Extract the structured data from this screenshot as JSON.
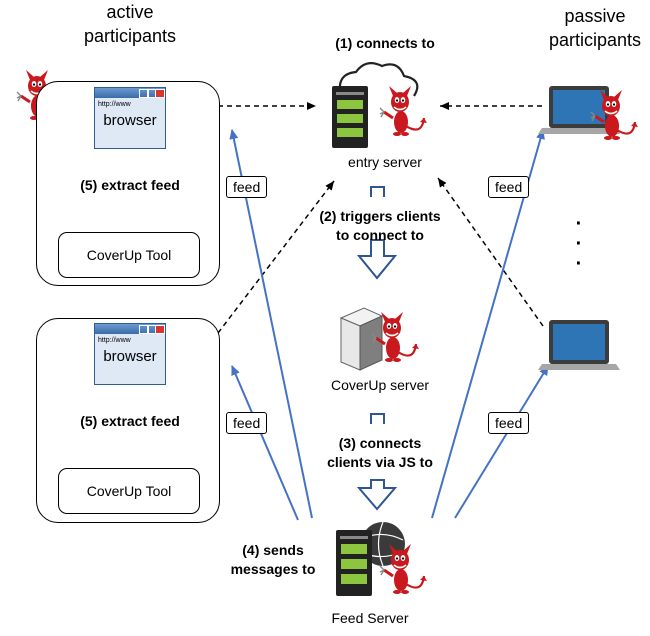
{
  "headers": {
    "active": "active\nparticipants",
    "passive": "passive\nparticipants"
  },
  "steps": {
    "step1": "(1) connects to",
    "step2": "(2) triggers clients\nto connect to",
    "step3": "(3) connects\nclients via JS to",
    "step4": "(4) sends\nmessages to",
    "step5a": "(5) extract feed",
    "step5b": "(5) extract feed"
  },
  "servers": {
    "entry": "entry server",
    "coverup": "CoverUp server",
    "feed": "Feed Server"
  },
  "browser": {
    "url": "http://www",
    "label": "browser"
  },
  "tool_label": "CoverUp Tool",
  "feed_label": "feed",
  "dots": "·\n·\n·",
  "colors": {
    "arrow_blue": "#4472c4",
    "devil_red": "#c9191e",
    "screen_blue": "#2e75b6"
  },
  "icons": [
    "devil-mascot-icon",
    "browser-window-icon",
    "laptop-icon",
    "server-icon",
    "cloud-icon",
    "globe-icon"
  ]
}
